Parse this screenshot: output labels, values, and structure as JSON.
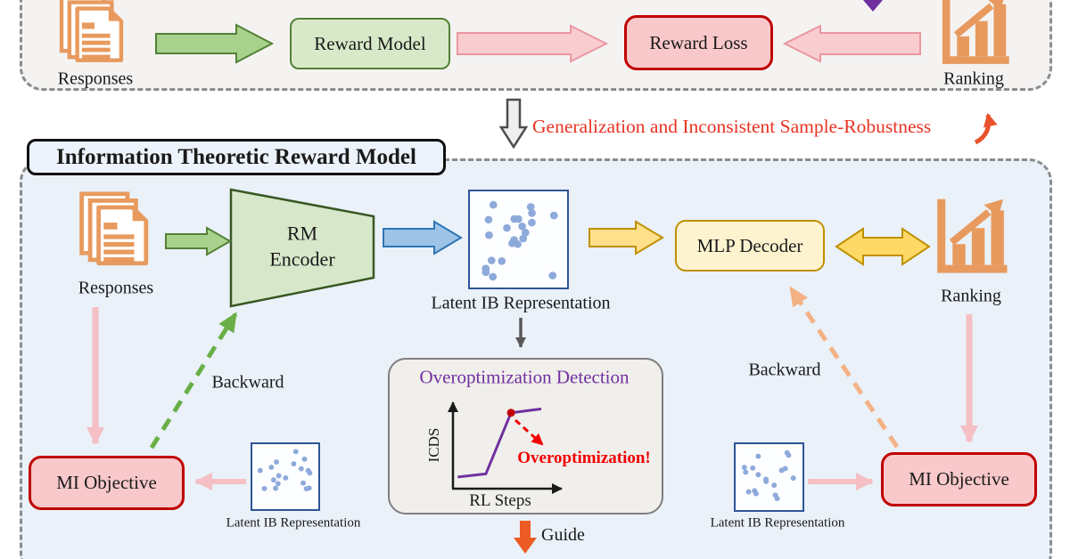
{
  "palette": {
    "top_bg": "#f4f3f2",
    "bottom_bg": "#eaf1f9",
    "dashed_border": "#8c8c8c",
    "green_fill": "#a9d18e",
    "green_dark": "#538135",
    "pink_fill": "#f9cdd0",
    "pink_dark": "#eb97a0",
    "pink_arrow": "#f5bfc4",
    "red_border": "#c00000",
    "alert_red": "#e93223",
    "blue_fill": "#9dc3e6",
    "blue_dark": "#2e75b6",
    "yellow_fill": "#ffe08a",
    "yellow_dark": "#bf9000",
    "orange_icon": "#e89a5e",
    "orange_dashed": "#f4b183",
    "purple": "#7030a0",
    "guide_orange": "#ed5c24",
    "gray_arrow": "#595959"
  },
  "icons": {
    "responses": "document-stack-icon",
    "ranking": "rising-bar-chart-icon"
  },
  "standard_rm": {
    "responses_label": "Responses",
    "reward_model_label": "Reward Model",
    "reward_loss_label": "Reward Loss",
    "ranking_label": "Ranking"
  },
  "transition": {
    "label": "Generalization and Inconsistent Sample-Robustness"
  },
  "itrm": {
    "title": "Information Theoretic Reward Model",
    "responses_label": "Responses",
    "rm_encoder_label": "RM\nEncoder",
    "latent_ib_label": "Latent IB Representation",
    "mlp_decoder_label": "MLP Decoder",
    "ranking_label": "Ranking",
    "backward_left_label": "Backward",
    "backward_right_label": "Backward",
    "mi_objective_left_label": "MI Objective",
    "mi_objective_right_label": "MI Objective",
    "latent_ib_small_left_label": "Latent IB Representation",
    "latent_ib_small_right_label": "Latent IB Representation",
    "guide_label": "Guide"
  },
  "detection_chart": {
    "type": "line",
    "title": "Overoptimization Detection",
    "xlabel": "RL Steps",
    "ylabel": "ICDS",
    "annotation": "Overoptimization!",
    "line_points_norm": [
      [
        0.02,
        0.07
      ],
      [
        0.3,
        0.11
      ],
      [
        0.55,
        0.9
      ],
      [
        0.85,
        0.95
      ]
    ],
    "marker_point_norm": [
      0.55,
      0.9
    ],
    "line_color": "#7030a0",
    "marker_color": "#c00000",
    "annotation_color": "#f20000"
  }
}
